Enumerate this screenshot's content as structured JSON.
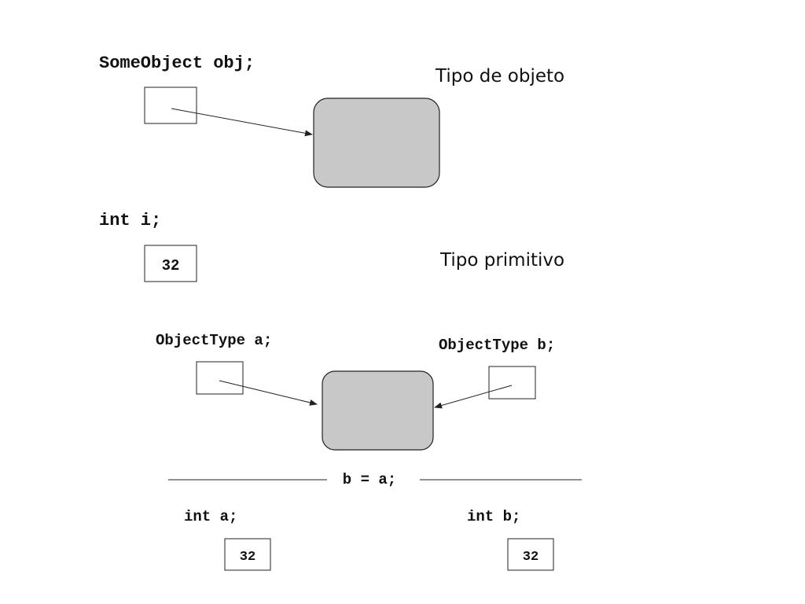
{
  "reference_section": {
    "declaration": "SomeObject obj;",
    "caption": "Tipo de objeto"
  },
  "primitive_section": {
    "declaration": "int i;",
    "value": "32",
    "caption": "Tipo primitivo"
  },
  "assignment_section": {
    "decl_a": "ObjectType a;",
    "decl_b": "ObjectType b;",
    "statement": "b = a;"
  },
  "primitive_copy_section": {
    "decl_a": "int a;",
    "value_a": "32",
    "decl_b": "int b;",
    "value_b": "32"
  },
  "colors": {
    "object_fill": "#c8c8c8",
    "stroke": "#222222",
    "background": "#ffffff"
  }
}
